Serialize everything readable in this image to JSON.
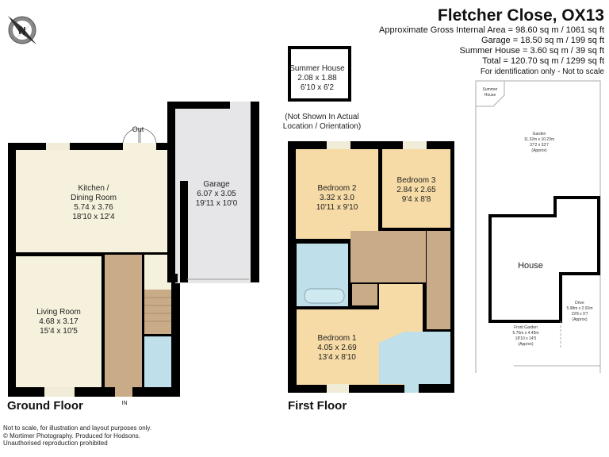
{
  "header": {
    "title": "Fletcher Close, OX13",
    "areas": [
      "Approximate Gross Internal Area = 98.60 sq m / 1061 sq ft",
      "Garage = 18.50 sq m / 199 sq ft",
      "Summer House = 3.60 sq m / 39 sq ft",
      "Total = 120.70 sq m / 1299 sq ft"
    ],
    "note": "For identification only - Not to scale"
  },
  "compass": {
    "letter": "N",
    "icon": "compass-north-icon"
  },
  "ground_floor": {
    "label": "Ground Floor",
    "out_label": "Out",
    "in_label": "IN",
    "rooms": [
      {
        "name": "Kitchen /",
        "name2": "Dining Room",
        "metric": "5.74 x 3.76",
        "imperial": "18'10 x 12'4"
      },
      {
        "name": "Living Room",
        "metric": "4.68 x 3.17",
        "imperial": "15'4 x 10'5"
      },
      {
        "name": "Garage",
        "metric": "6.07 x 3.05",
        "imperial": "19'11 x 10'0"
      }
    ]
  },
  "summer_house": {
    "name": "Summer House",
    "metric": "2.08 x 1.88",
    "imperial": "6'10 x 6'2",
    "note1": "(Not Shown In Actual",
    "note2": "Location / Orientation)"
  },
  "first_floor": {
    "label": "First Floor",
    "rooms": [
      {
        "name": "Bedroom 2",
        "metric": "3.32 x 3.0",
        "imperial": "10'11 x 9'10"
      },
      {
        "name": "Bedroom 3",
        "metric": "2.84 x 2.65",
        "imperial": "9'4 x 8'8"
      },
      {
        "name": "Bedroom 1",
        "metric": "4.05 x 2.69",
        "imperial": "13'4 x 8'10"
      }
    ]
  },
  "site_plan": {
    "summer_house": [
      "Summer",
      "House"
    ],
    "garden": [
      "Garden",
      "11.32m x 10.23m",
      "37'2 x 33'7",
      "(Approx)"
    ],
    "house": "House",
    "drive": [
      "Drive",
      "5.98m x 2.92m",
      "19'8 x 9'7",
      "(Approx)"
    ],
    "front_garden": [
      "Front Garden",
      "5.75m x 4.40m",
      "18'10 x 14'5",
      "(Approx)"
    ]
  },
  "footer": [
    "Not to scale, for illustration and layout purposes only.",
    "© Mortimer Photography. Produced for Hodsons.",
    "Unauthorised reproduction prohibited"
  ],
  "colors": {
    "wall": "#000000",
    "living": "#f5f1dc",
    "bedroom": "#f7dba6",
    "hall": "#c9ab87",
    "bathroom": "#bfe0ea",
    "garage": "#e6e6e8"
  }
}
